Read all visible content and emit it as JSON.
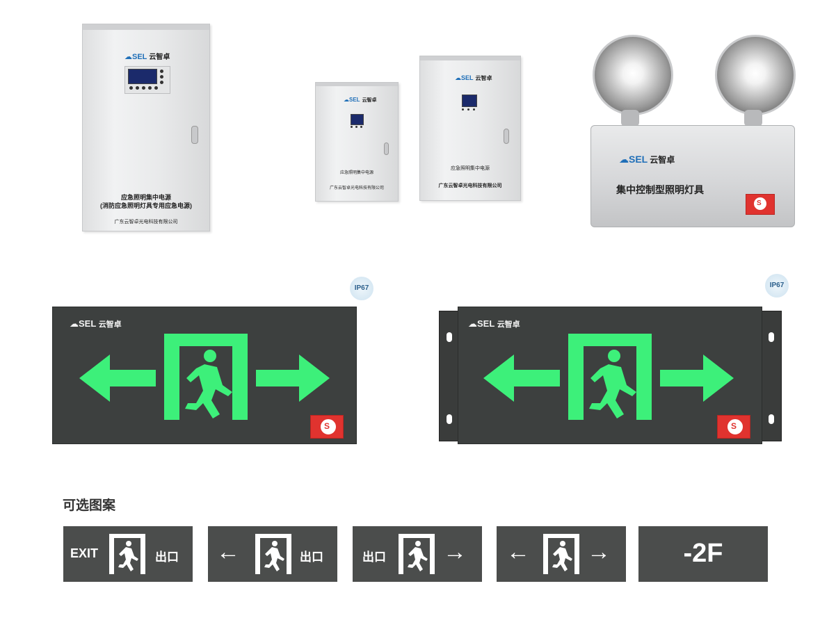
{
  "products": {
    "large_cabinet": {
      "brand": "SEL",
      "brand_cn": "云智卓",
      "label_1": "应急照明集中电源",
      "label_2": "(消防应急照明灯具专用应急电源)",
      "company": "广东云智卓光电科技有限公司"
    },
    "small_cabinet": {
      "brand": "SEL",
      "brand_cn": "云智卓",
      "label": "应急照明集中电源",
      "company": "广东云智卓光电科技有限公司"
    },
    "medium_cabinet": {
      "brand": "SEL",
      "brand_cn": "云智卓",
      "label": "应急照明集中电源",
      "company": "广东云智卓光电科技有限公司"
    },
    "twin_lamp": {
      "brand": "SEL",
      "brand_cn": "云智卓",
      "label": "集中控制型照明灯具"
    }
  },
  "exit_signs": [
    {
      "brand": "SEL",
      "brand_cn": "云智卓",
      "ip_rating": "IP67",
      "mount": "flat"
    },
    {
      "brand": "SEL",
      "brand_cn": "云智卓",
      "ip_rating": "IP67",
      "mount": "side-ears"
    }
  ],
  "options_title": "可选图案",
  "options": [
    {
      "left_text": "EXIT",
      "right_text": "出口"
    },
    {
      "left_arrow": "←",
      "right_text": "出口"
    },
    {
      "left_text": "出口",
      "right_arrow": "→"
    },
    {
      "left_arrow": "←",
      "right_arrow": "→"
    },
    {
      "center_text": "-2F"
    }
  ],
  "colors": {
    "sign_green": "#3df07a",
    "sign_body": "#3d403f",
    "option_bg": "#4b4d4c",
    "brand_blue": "#1f6fb8",
    "cert_red": "#e0332f"
  }
}
